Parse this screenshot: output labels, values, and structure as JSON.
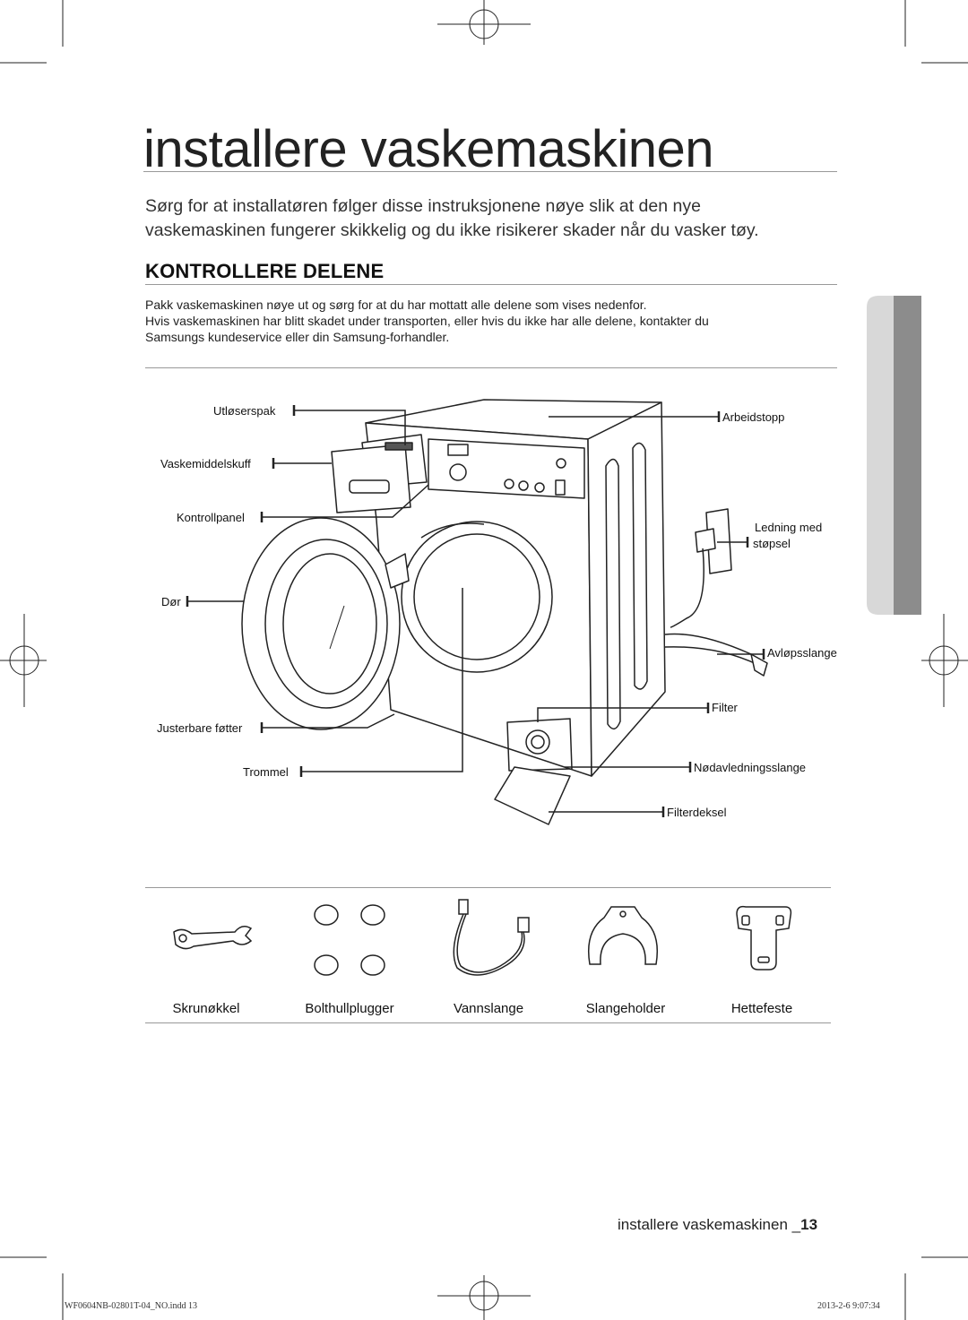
{
  "page": {
    "title": "installere vaskemaskinen",
    "intro_line1": "Sørg for at installatøren følger disse instruksjonene nøye slik at den nye",
    "intro_line2": "vaskemaskinen fungerer skikkelig og du ikke risikerer skader når du vasker tøy.",
    "section_heading": "KONTROLLERE DELENE",
    "body_line1": "Pakk vaskemaskinen nøye ut og sørg for at du har mottatt alle delene som vises nedenfor.",
    "body_line2": "Hvis vaskemaskinen har blitt skadet under transporten, eller hvis du ikke har alle delene, kontakter du",
    "body_line3": "Samsungs kundeservice eller din Samsung-forhandler."
  },
  "diagram": {
    "labels": {
      "utloserspak": "Utløserspak",
      "vaskemiddelskuff": "Vaskemiddelskuff",
      "kontrollpanel": "Kontrollpanel",
      "dor": "Dør",
      "justerbare_fotter": "Justerbare føtter",
      "trommel": "Trommel",
      "arbeidstopp": "Arbeidstopp",
      "ledning_line1": "Ledning med",
      "ledning_line2": "støpsel",
      "avlopsslange": "Avløpsslange",
      "filter": "Filter",
      "nodavledningsslange": "Nødavledningsslange",
      "filterdeksel": "Filterdeksel"
    }
  },
  "accessories": [
    "Skrunøkkel",
    "Bolthullplugger",
    "Vannslange",
    "Slangeholder",
    "Hettefeste"
  ],
  "footer": {
    "text": "installere vaskemaskinen _",
    "page_number": "13",
    "file_name": "WF0604NB-02801T-04_NO.indd   13",
    "timestamp": "2013-2-6   9:07:34"
  },
  "colors": {
    "tab_light": "#d8d8d8",
    "tab_dark": "#8c8c8c",
    "rule": "#999999"
  }
}
